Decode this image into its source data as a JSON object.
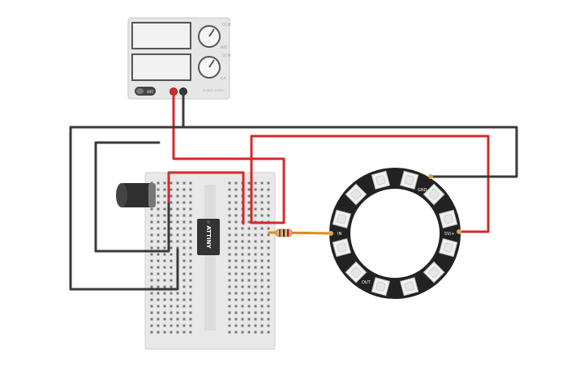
{
  "power_supply": {
    "off_label": "OFF",
    "knob_labels": [
      "CC·M",
      "M/O",
      "CC·M",
      "0.A"
    ],
    "panel_text": "POWER SUPPLY"
  },
  "chip": {
    "label": "ATTINY"
  },
  "neopixel_ring": {
    "pad_labels": [
      "GND",
      "5V/+",
      "IN",
      "OUT"
    ],
    "led_count": 12
  },
  "colors": {
    "red_wire": "#d42a2a",
    "black_wire": "#3a3a3a",
    "orange_wire": "#e08a1a",
    "breadboard": "#e8e8e8",
    "ring": "#222222"
  }
}
